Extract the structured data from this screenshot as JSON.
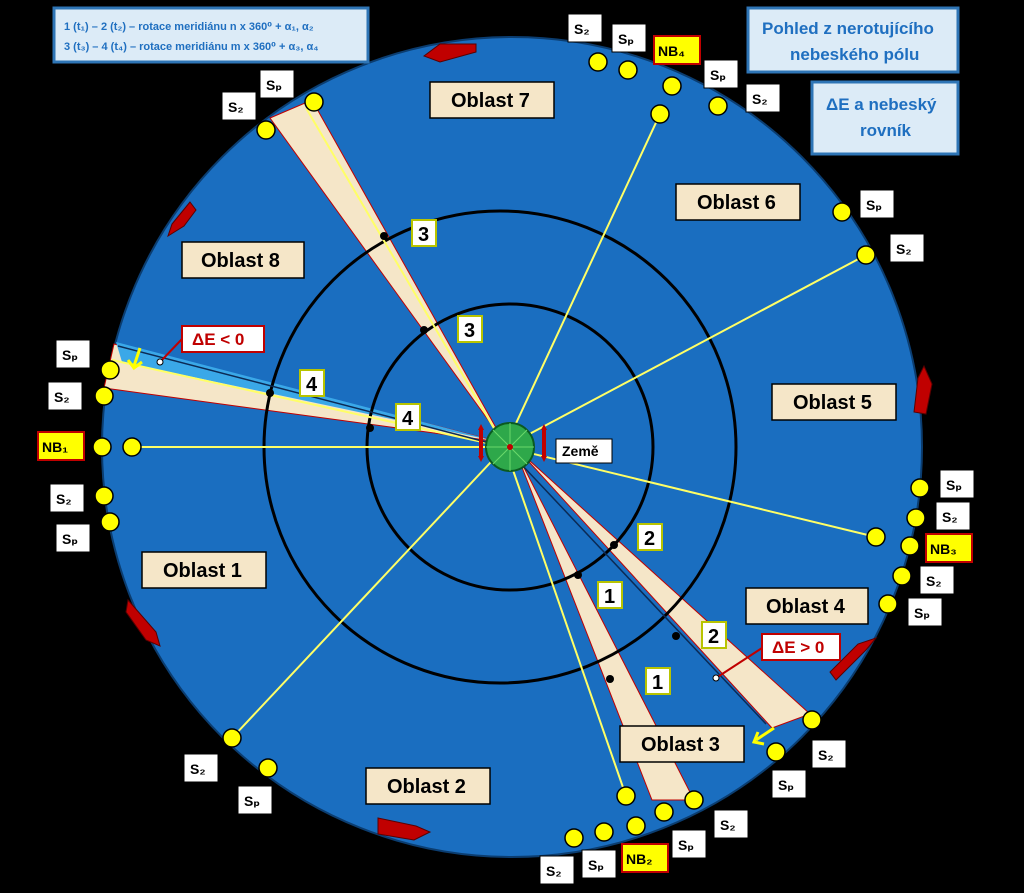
{
  "info": {
    "formula_line1": "1 (t₁) – 2 (t₂) – rotace meridiánu n x 360⁰ + α₁, α₂",
    "formula_line2": "3 (t₃) – 4 (t₄) – rotace meridiánu m x 360⁰ + α₃, α₄",
    "view_line1": "Pohled z nerotujícího",
    "view_line2": "nebeského pólu",
    "equator_line1": "ΔE a nebeský",
    "equator_line2": "rovník"
  },
  "earth_label": "Země",
  "delta_labels": {
    "negative": "ΔE < 0",
    "positive": "ΔE > 0"
  },
  "regions": {
    "r1": "Oblast 1",
    "r2": "Oblast 2",
    "r3": "Oblast 3",
    "r4": "Oblast 4",
    "r5": "Oblast 5",
    "r6": "Oblast 6",
    "r7": "Oblast 7",
    "r8": "Oblast 8"
  },
  "stars": {
    "s2": "S₂",
    "sp": "Sₚ",
    "nb1": "NB₁",
    "nb2": "NB₂",
    "nb3": "NB₃",
    "nb4": "NB₄"
  },
  "numbers": {
    "n1": "1",
    "n2": "2",
    "n3": "3",
    "n4": "4"
  },
  "colors": {
    "background": "#000000",
    "disc": "#1a6ec0",
    "ray": "#ffff66",
    "sector": "#f5e6c8",
    "earth": "#2ea84a",
    "arrow": "#c00000"
  }
}
